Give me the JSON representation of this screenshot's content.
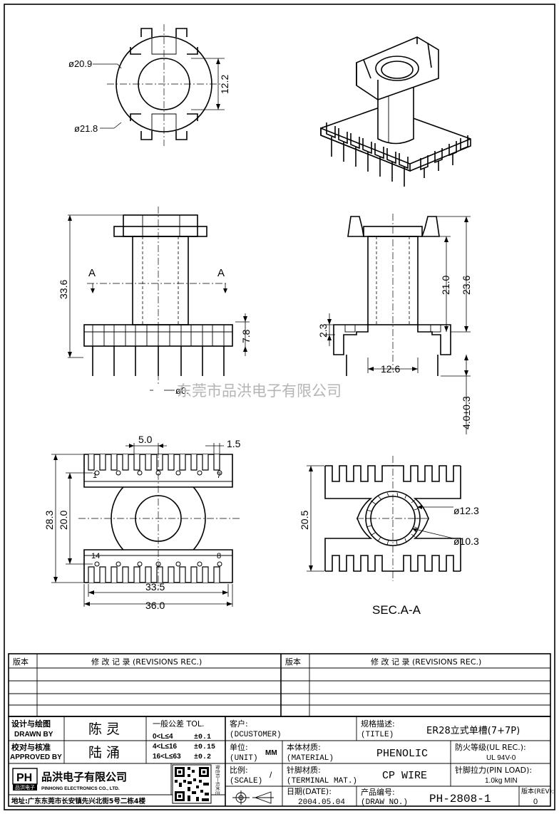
{
  "drawing": {
    "top_view": {
      "d_outer": "ø20.9",
      "d_flange": "ø21.8",
      "height": "12.2"
    },
    "side_front": {
      "height_total": "33.6",
      "section_left": "A",
      "section_right": "A",
      "base_height": "7.8",
      "pin_dia": "ø0.",
      "watermark": "东莞市品洪电子有限公司"
    },
    "side_right": {
      "h_inner": "21.0",
      "h_total": "23.6",
      "h_base": "2.3",
      "width": "12.6",
      "pin_len": "4.0±0.3"
    },
    "bottom_view": {
      "pitch": "5.0",
      "pin_w": "1.5",
      "h_total": "28.3",
      "h_inner": "20.0",
      "pin1": "1",
      "pin7": "7",
      "pin14": "14",
      "pin8": "8",
      "w_inner": "33.5",
      "w_total": "36.0"
    },
    "section_view": {
      "height": "20.5",
      "d_outer": "ø12.3",
      "d_inner": "ø10.3",
      "caption": "SEC.A-A"
    }
  },
  "revisions": {
    "col_version": "版本",
    "col_record": "修 改 记 录 (REVISIONS REC.)",
    "col_version_2": "版本",
    "col_record_2": "修 改 记 录 (REVISIONS REC.)"
  },
  "title_block": {
    "drawn_by_cn": "设计与绘图",
    "drawn_by_en": "DRAWN BY",
    "drawn_by_name": "陈 灵",
    "approved_by_cn": "校对与核准",
    "approved_by_en": "APPROVED BY",
    "approved_by_name": "陆 涌",
    "tol_title": "一般公差 TOL.",
    "tol_1": "0<L≤4",
    "tol_1v": "±0.1",
    "tol_2": "4<L≤16",
    "tol_2v": "±0.15",
    "tol_3": "16<L≤63",
    "tol_3v": "±0.2",
    "customer_cn": "客户:",
    "customer_en": "(DCUSTOMER)",
    "title_cn": "规格描述:",
    "title_en": "(TITLE)",
    "title_value": "ER28立式单槽(7+7P)",
    "unit_cn": "单位:",
    "unit_en": "(UNIT)",
    "unit_value": "MM",
    "material_cn": "本体材质:",
    "material_en": "(MATERIAL)",
    "material_value": "PHENOLIC",
    "ul_cn": "防火等级(UL REC.):",
    "ul_value": "UL 94V-0",
    "scale_cn": "比例:",
    "scale_en": "(SCALE)",
    "scale_value": "/",
    "terminal_cn": "针脚材质:",
    "terminal_en": "(TERMINAL MAT.)",
    "terminal_value": "CP WIRE",
    "pinload_cn": "针脚拉力(PIN LOAD):",
    "pinload_value": "1.0kg MIN",
    "date_cn": "日期(DATE):",
    "date_value": "2004.05.04",
    "drawno_cn": "产品编号:",
    "drawno_en": "(DRAW NO.)",
    "drawno_value": "PH-2808-1",
    "rev_cn": "版本(REV):",
    "rev_value": "0",
    "company_cn": "品洪电子有限公司",
    "company_en": "PINHONG ELECTRONICS CO., LTD.",
    "logo_text": "PH",
    "logo_sub": "品洪电子",
    "qr_side": "微信扫一扫关注",
    "address": "地址:广东东莞市长安镇先兴北街5号二栋4楼"
  }
}
